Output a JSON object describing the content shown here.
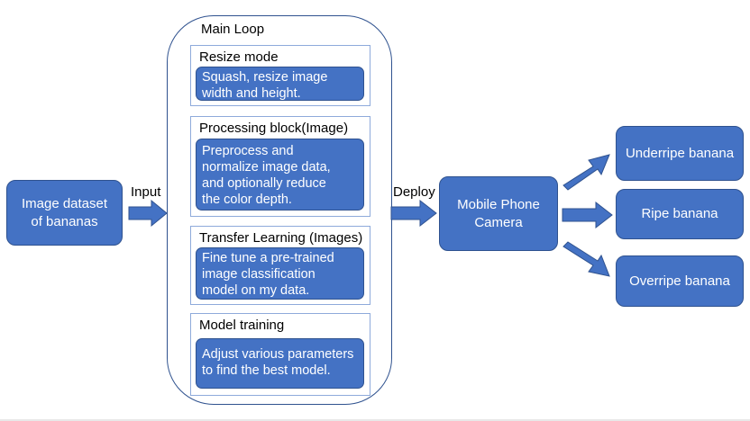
{
  "input_box": {
    "line1": "Image dataset",
    "line2": "of bananas"
  },
  "input_label": "Input",
  "main_loop": {
    "title": "Main Loop",
    "sections": [
      {
        "title": "Resize mode",
        "body_lines": [
          "Squash, resize image",
          "width and height."
        ]
      },
      {
        "title": "Processing block(Image)",
        "body_lines": [
          "Preprocess and",
          "normalize image data,",
          "and optionally reduce",
          "the color depth."
        ]
      },
      {
        "title": "Transfer Learning (Images)",
        "body_lines": [
          "Fine tune a pre-trained",
          "image classification",
          "model on my data."
        ]
      },
      {
        "title": "Model training",
        "body_lines": [
          "Adjust various parameters",
          "to find the best model."
        ]
      }
    ]
  },
  "deploy_label": "Deploy",
  "camera_box": {
    "line1": "Mobile Phone",
    "line2": "Camera"
  },
  "outputs": [
    {
      "label": "Underripe banana"
    },
    {
      "label": "Ripe banana"
    },
    {
      "label": "Overripe banana"
    }
  ],
  "colors": {
    "box_fill": "#4472c4",
    "box_border": "#2f528f",
    "section_border": "#8eaadb",
    "text_on_box": "#ffffff"
  }
}
